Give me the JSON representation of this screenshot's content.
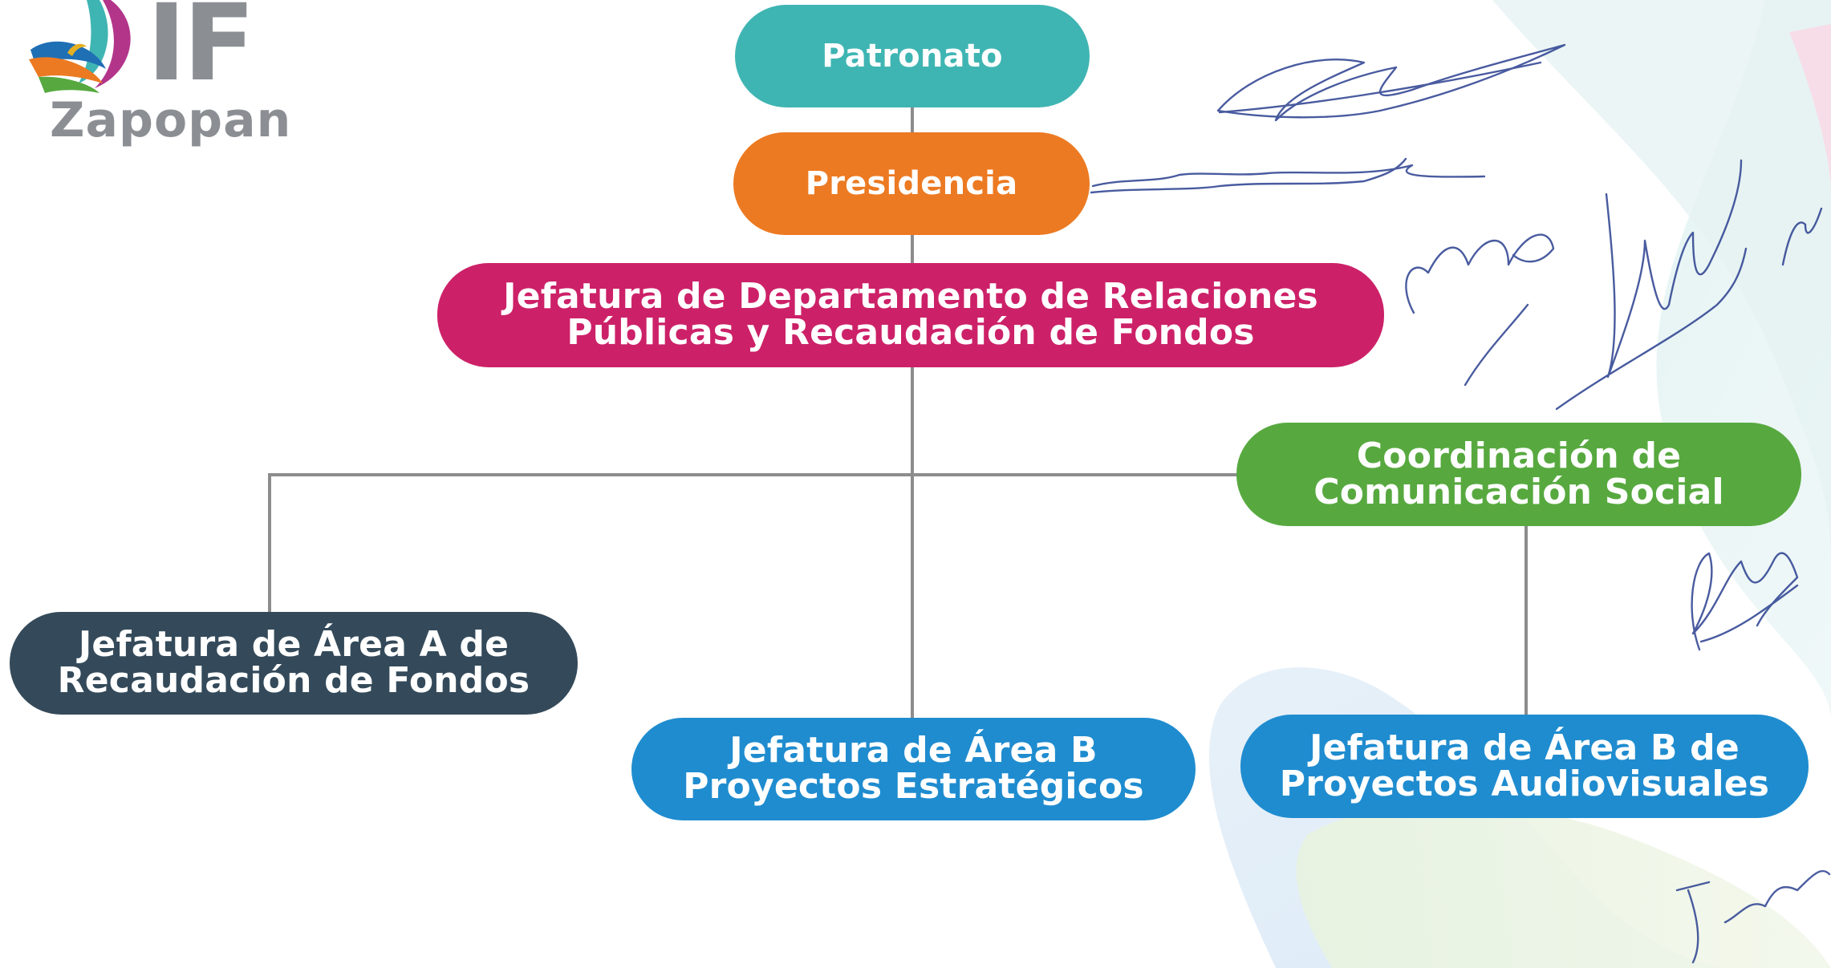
{
  "logo": {
    "mark": "IF",
    "name": "Zapopan",
    "icon": "dif-swirl-icon"
  },
  "org_chart": {
    "nodes": [
      {
        "id": "patronato",
        "lines": [
          "Patronato"
        ],
        "color": "#3fb5b3"
      },
      {
        "id": "presidencia",
        "lines": [
          "Presidencia"
        ],
        "color": "#ec7a22"
      },
      {
        "id": "jefatura-departamento",
        "lines": [
          "Jefatura de Departamento de Relaciones",
          "Públicas y Recaudación de Fondos"
        ],
        "color": "#cc2168"
      },
      {
        "id": "coordinacion-comunicacion",
        "lines": [
          "Coordinación de",
          "Comunicación Social"
        ],
        "color": "#57a93f"
      },
      {
        "id": "jefatura-area-a",
        "lines": [
          "Jefatura de Área A de",
          "Recaudación de Fondos"
        ],
        "color": "#344a5a"
      },
      {
        "id": "jefatura-area-b-estrategicos",
        "lines": [
          "Jefatura de Área B",
          "Proyectos Estratégicos"
        ],
        "color": "#1f8ccf"
      },
      {
        "id": "jefatura-area-b-audiovisuales",
        "lines": [
          "Jefatura de Área B de",
          "Proyectos Audiovisuales"
        ],
        "color": "#1f8ccf"
      }
    ],
    "edges": [
      [
        "patronato",
        "presidencia"
      ],
      [
        "presidencia",
        "jefatura-departamento"
      ],
      [
        "jefatura-departamento",
        "jefatura-area-a"
      ],
      [
        "jefatura-departamento",
        "jefatura-area-b-estrategicos"
      ],
      [
        "jefatura-departamento",
        "coordinacion-comunicacion"
      ],
      [
        "coordinacion-comunicacion",
        "jefatura-area-b-audiovisuales"
      ]
    ],
    "connector_color": "#8c8c8c"
  }
}
